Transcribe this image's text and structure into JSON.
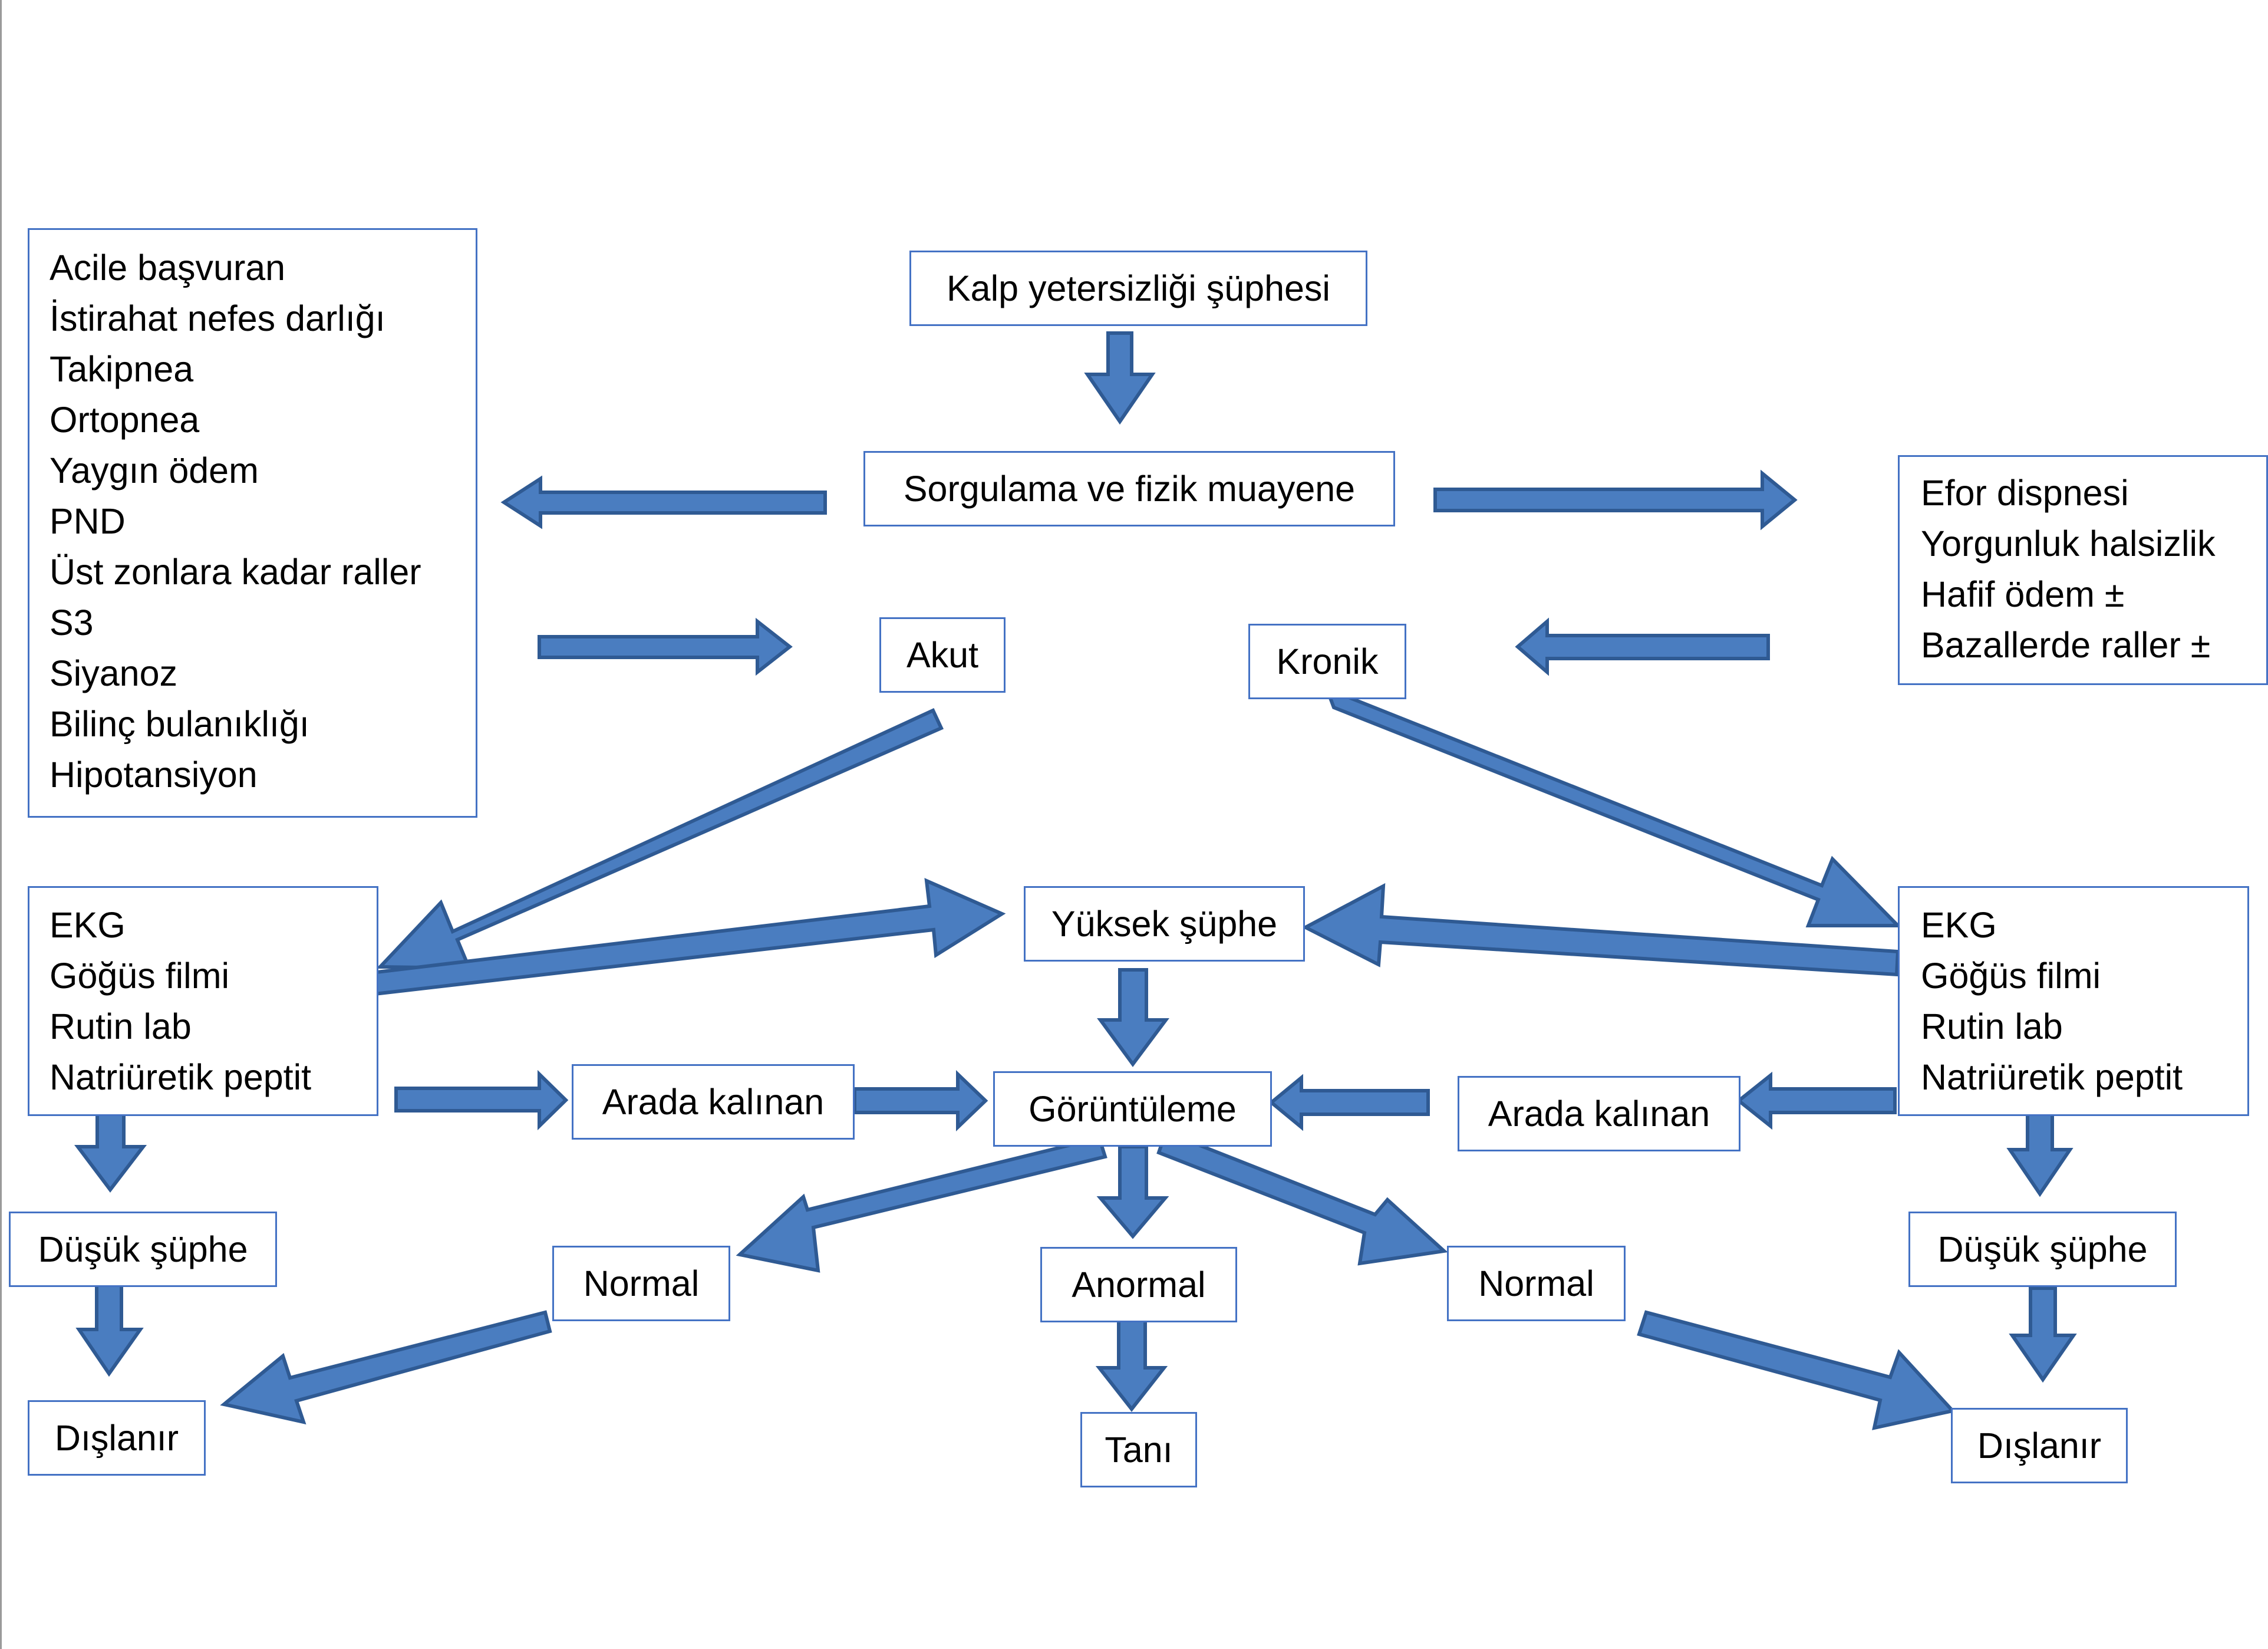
{
  "title": "Kalp yetersizliği şüphesi",
  "history_exam": "Sorgulama ve fizik muayene",
  "acute_criteria": [
    "Acile başvuran",
    "İstirahat nefes darlığı",
    "Takipnea",
    "Ortopnea",
    "Yaygın ödem",
    "PND",
    "Üst zonlara kadar raller",
    "S3",
    "Siyanoz",
    "Bilinç bulanıklığı",
    "Hipotansiyon"
  ],
  "chronic_criteria": [
    "Efor dispnesi",
    "Yorgunluk halsizlik",
    "Hafif ödem ±",
    "Bazallerde raller ±"
  ],
  "acute": "Akut",
  "chronic": "Kronik",
  "tests_left": [
    "EKG",
    "Göğüs filmi",
    "Rutin lab",
    "Natriüretik peptit"
  ],
  "tests_right": [
    "EKG",
    "Göğüs filmi",
    "Rutin lab",
    "Natriüretik peptit"
  ],
  "high_suspicion": "Yüksek şüphe",
  "intermediate_left": "Arada kalınan",
  "intermediate_right": "Arada kalınan",
  "imaging": "Görüntüleme",
  "low_suspicion_left": "Düşük şüphe",
  "low_suspicion_right": "Düşük şüphe",
  "normal_left": "Normal",
  "abnormal": "Anormal",
  "normal_right": "Normal",
  "excluded_left": "Dışlanır",
  "diagnosis": "Tanı",
  "excluded_right": "Dışlanır",
  "colors": {
    "arrow_fill": "#4a7dc0",
    "arrow_stroke": "#2f5a93",
    "box_border": "#4472c4"
  }
}
